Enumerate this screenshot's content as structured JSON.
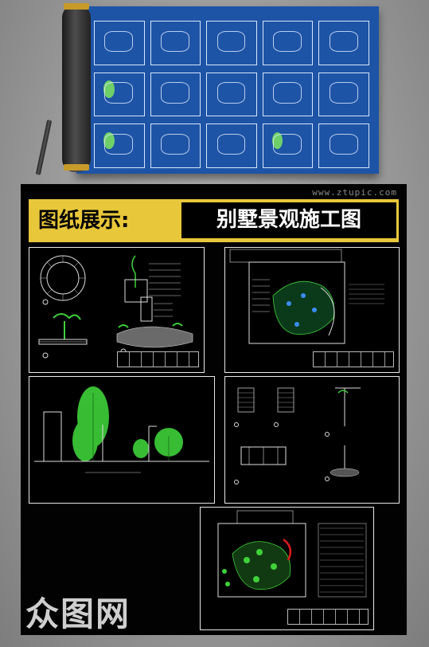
{
  "watermark": "www.ztupic.com",
  "banner": {
    "label": "图纸展示:",
    "title": "别墅景观施工图"
  },
  "logo": {
    "text": "众图网"
  },
  "colors": {
    "poster_blue": "#1d54a6",
    "banner_yellow": "#e8c73a",
    "panel_black": "#020202",
    "cad_green": "#3fd13a"
  },
  "icons": {
    "drawing_tool": "pen-icon",
    "scroll": "rolled-poster-icon"
  }
}
